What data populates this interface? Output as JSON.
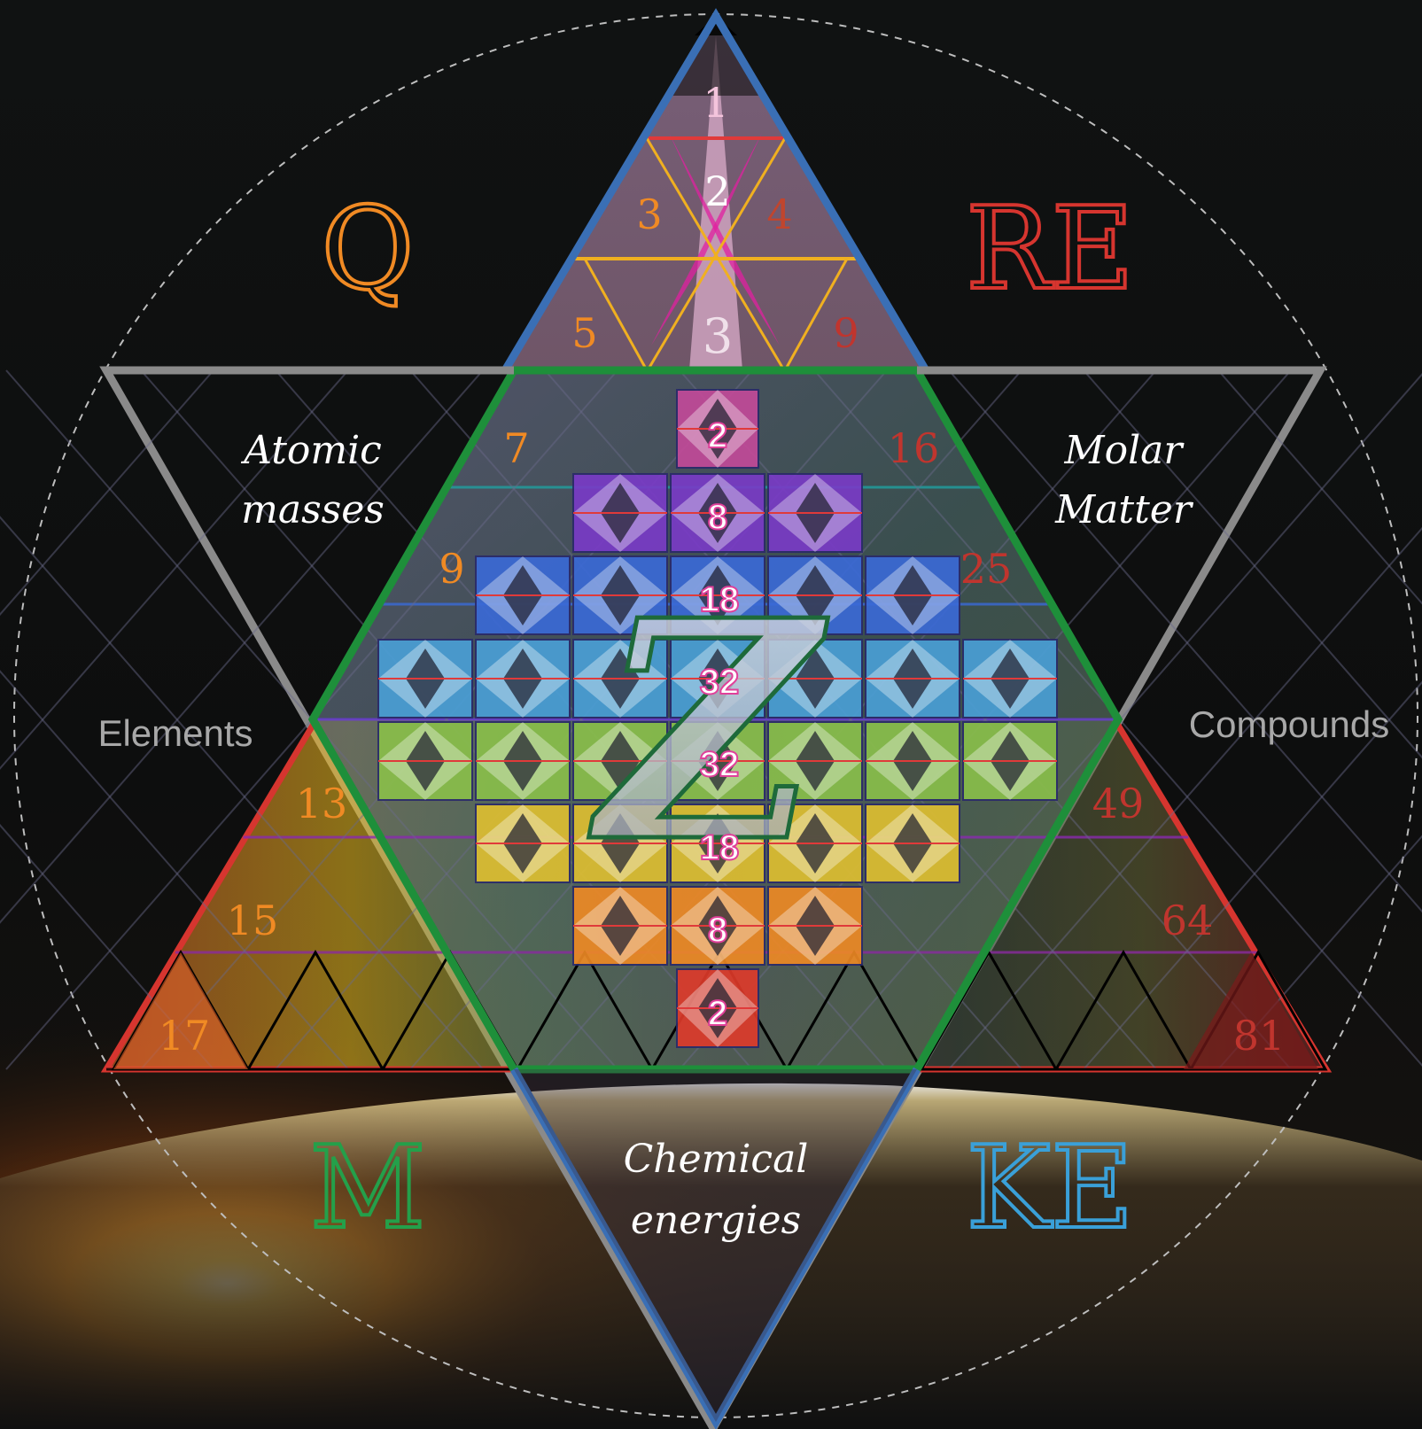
{
  "corner_labels": {
    "q": "Q",
    "re": "RE",
    "m": "M",
    "ke": "KE"
  },
  "captions": {
    "atomic_1": "Atomic",
    "atomic_2": "masses",
    "molar_1": "Molar",
    "molar_2": "Matter",
    "elements": "Elements",
    "compounds": "Compounds",
    "chem_1": "Chemical",
    "chem_2": "energies"
  },
  "center_letter": "Z",
  "top_numbers": {
    "n1": "1",
    "n2": "2",
    "n3": "3",
    "n4": "4",
    "n5": "5",
    "n9": "9",
    "n3b": "3"
  },
  "side_numbers": {
    "n7": "7",
    "n9": "9",
    "n16": "16",
    "n25": "25",
    "n13": "13",
    "n15": "15",
    "n17": "17",
    "n49": "49",
    "n64": "64",
    "n81": "81"
  },
  "column_numbers": [
    "2",
    "8",
    "18",
    "32",
    "32",
    "18",
    "8",
    "2"
  ],
  "colors": {
    "background": "#0c0d0d",
    "orange": "#f08a24",
    "red": "#d6352f",
    "green": "#1e8f3a",
    "blue": "#3a6fb5",
    "gray": "#8a8a8a",
    "pink": "#f04aa6"
  }
}
